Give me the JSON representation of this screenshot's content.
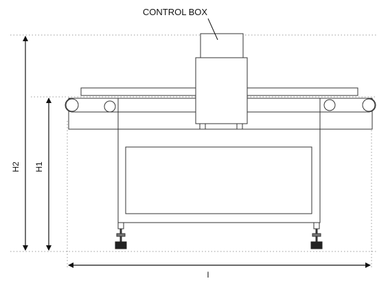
{
  "labels": {
    "control_box": "CONTROL BOX",
    "h1": "H1",
    "h2": "H2",
    "length": "l"
  },
  "colors": {
    "line": "#333333",
    "dotted": "#9a9a9a",
    "fill": "#ffffff",
    "dark": "#222222"
  }
}
